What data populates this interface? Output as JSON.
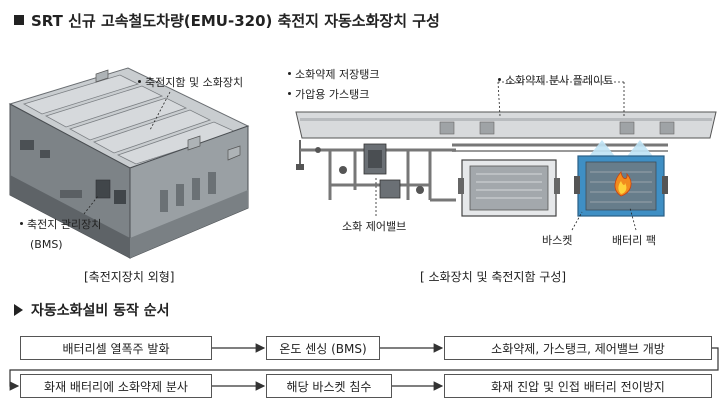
{
  "title": "SRT 신규 고속철도차량(EMU-320) 축전지 자동소화장치 구성",
  "left_figure": {
    "label_top": "축전지함 및 소화장치",
    "label_bottom_line1": "축전지 관리장치",
    "label_bottom_line2": "(BMS)",
    "caption": "[축전지장치 외형]"
  },
  "right_figure": {
    "label_tank1": "소화약제 저장탱크",
    "label_tank2": "가압용 가스탱크",
    "label_plate": "소화약제 분사 플레이트",
    "label_valve": "소화 제어밸브",
    "label_basket": "바스켓",
    "label_battery": "배터리 팩",
    "caption": "[ 소화장치 및 축전지함 구성]"
  },
  "sequence": {
    "heading": "자동소화설비 동작 순서",
    "steps": [
      "배터리셀 열폭주 발화",
      "온도 센싱 (BMS)",
      "소화약제, 가스탱크, 제어밸브 개방",
      "화재 배터리에 소화약제 분사",
      "해당 바스켓 침수",
      "화재 진압 및 인접 배터리 전이방지"
    ]
  }
}
